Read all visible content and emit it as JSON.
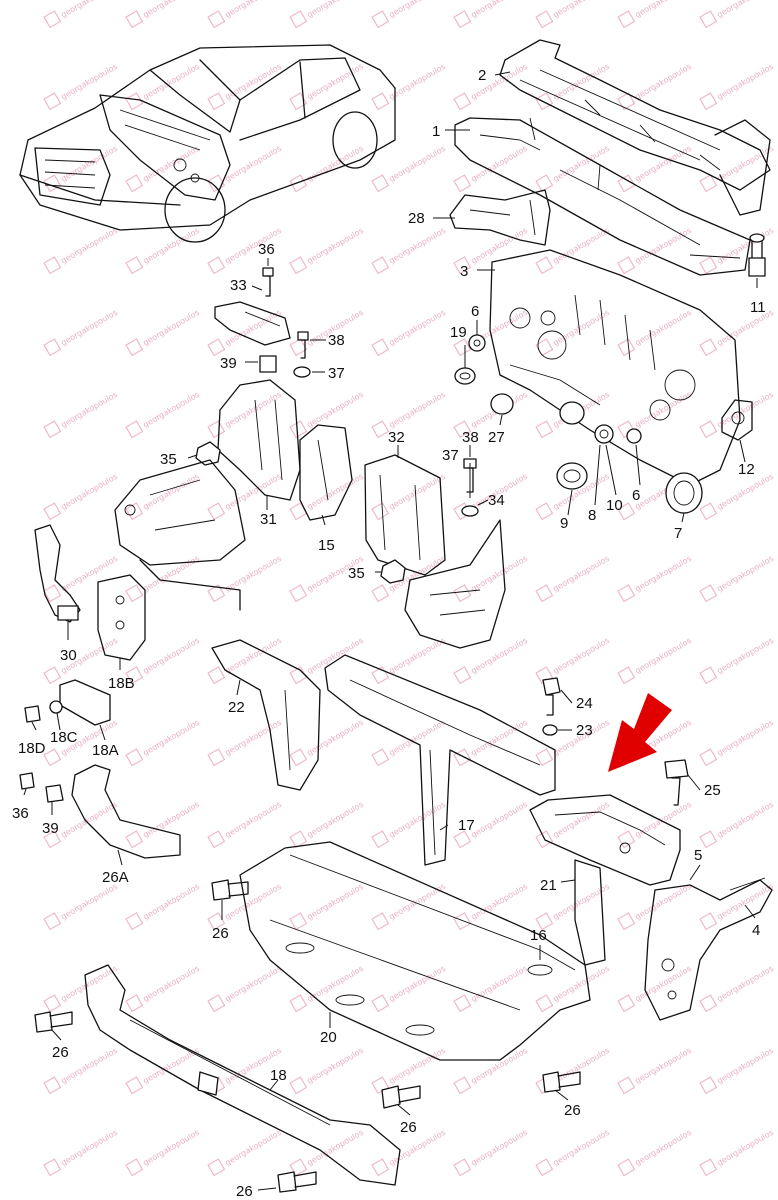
{
  "watermark": {
    "text": "georgakopoulos",
    "color": "#e9b0c8"
  },
  "highlight": {
    "color": "#e00000",
    "target_part": "21"
  },
  "callouts": [
    {
      "label": "2"
    },
    {
      "label": "1"
    },
    {
      "label": "28"
    },
    {
      "label": "3"
    },
    {
      "label": "11"
    },
    {
      "label": "36"
    },
    {
      "label": "33"
    },
    {
      "label": "38"
    },
    {
      "label": "39"
    },
    {
      "label": "37"
    },
    {
      "label": "6"
    },
    {
      "label": "19"
    },
    {
      "label": "35"
    },
    {
      "label": "31"
    },
    {
      "label": "15"
    },
    {
      "label": "32"
    },
    {
      "label": "38"
    },
    {
      "label": "37"
    },
    {
      "label": "34"
    },
    {
      "label": "27"
    },
    {
      "label": "12"
    },
    {
      "label": "9"
    },
    {
      "label": "8"
    },
    {
      "label": "10"
    },
    {
      "label": "6"
    },
    {
      "label": "7"
    },
    {
      "label": "35"
    },
    {
      "label": "30"
    },
    {
      "label": "18B"
    },
    {
      "label": "22"
    },
    {
      "label": "24"
    },
    {
      "label": "23"
    },
    {
      "label": "18D"
    },
    {
      "label": "18C"
    },
    {
      "label": "18A"
    },
    {
      "label": "36"
    },
    {
      "label": "39"
    },
    {
      "label": "17"
    },
    {
      "label": "25"
    },
    {
      "label": "26A"
    },
    {
      "label": "5"
    },
    {
      "label": "21"
    },
    {
      "label": "4"
    },
    {
      "label": "26"
    },
    {
      "label": "16"
    },
    {
      "label": "26"
    },
    {
      "label": "20"
    },
    {
      "label": "18"
    },
    {
      "label": "26"
    },
    {
      "label": "26"
    },
    {
      "label": "26"
    }
  ]
}
